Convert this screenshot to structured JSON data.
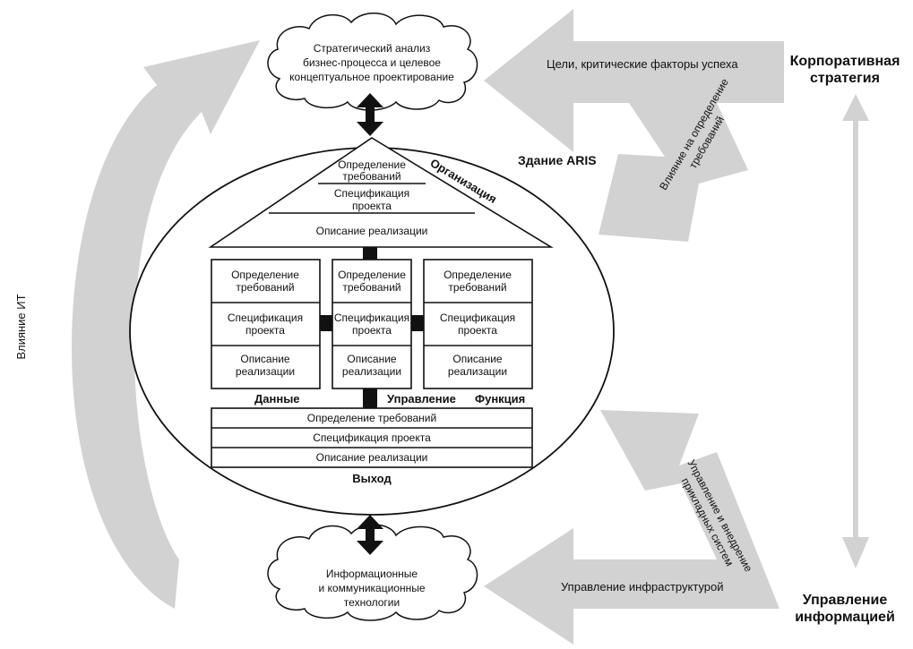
{
  "title": "Здание ARIS",
  "top_cloud": [
    "Стратегический анализ",
    "бизнес-процесса и целевое",
    "концептуальное проектирование"
  ],
  "bottom_cloud": [
    "Информационные",
    "и коммуникационные",
    "технологии"
  ],
  "corporate_strategy": [
    "Корпоративная",
    "стратегия"
  ],
  "info_management": [
    "Управление",
    "информацией"
  ],
  "arrow_goals": "Цели, критические факторы успеха",
  "arrow_requirements_influence": [
    "Влияние на определение",
    "требований"
  ],
  "arrow_infrastructure": "Управление инфраструктурой",
  "arrow_apps": [
    "Управление и внедрение",
    "прикладных систем"
  ],
  "it_influence": "Влияние ИТ",
  "organization": {
    "label": "Организация",
    "levels": [
      [
        "Определение",
        "требований"
      ],
      [
        "Спецификация",
        "проекта"
      ],
      [
        "Описание реализации"
      ]
    ]
  },
  "columns": {
    "data": {
      "label": "Данные",
      "levels": [
        [
          "Определение",
          "требований"
        ],
        [
          "Спецификация",
          "проекта"
        ],
        [
          "Описание",
          "реализации"
        ]
      ]
    },
    "control": {
      "label": "Управление",
      "levels": [
        [
          "Определение",
          "требований"
        ],
        [
          "Спецификация",
          "проекта"
        ],
        [
          "Описание",
          "реализации"
        ]
      ]
    },
    "function": {
      "label": "Функция",
      "levels": [
        [
          "Определение",
          "требований"
        ],
        [
          "Спецификация",
          "проекта"
        ],
        [
          "Описание",
          "реализации"
        ]
      ]
    }
  },
  "output": {
    "label": "Выход",
    "levels": [
      "Определение требований",
      "Спецификация проекта",
      "Описание реализации"
    ]
  }
}
